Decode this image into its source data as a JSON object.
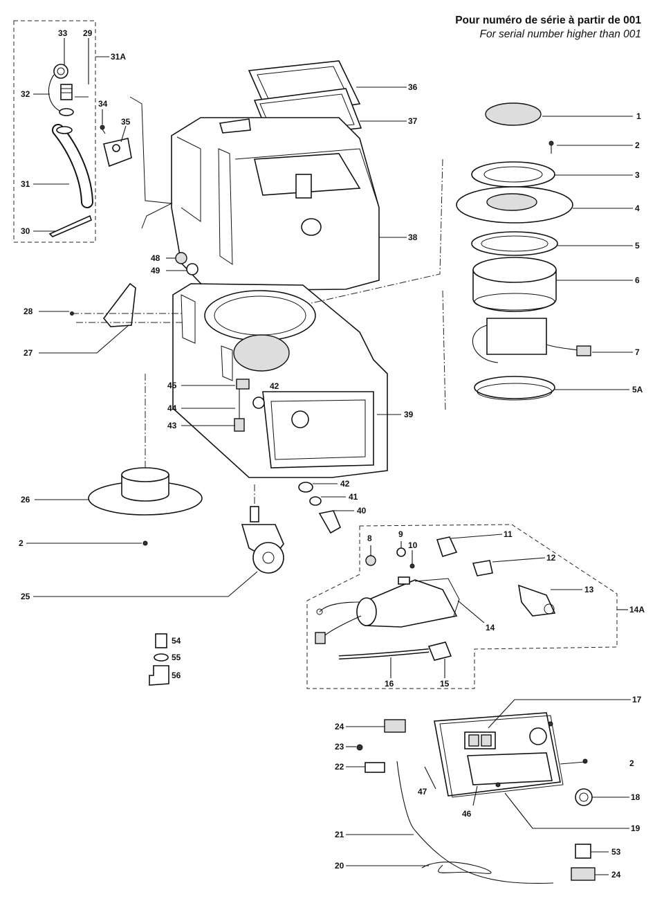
{
  "header": {
    "line_fr": "Pour numéro de série à partir de 001",
    "line_en": "For serial number higher than 001"
  },
  "labels": {
    "p1": "1",
    "p2a": "2",
    "p2b": "2",
    "p2c": "2",
    "p3": "3",
    "p4": "4",
    "p5": "5",
    "p5a": "5A",
    "p6": "6",
    "p7": "7",
    "p8": "8",
    "p9": "9",
    "p10": "10",
    "p11": "11",
    "p12": "12",
    "p13": "13",
    "p14": "14",
    "p14a": "14A",
    "p15": "15",
    "p16": "16",
    "p17": "17",
    "p18": "18",
    "p19": "19",
    "p20": "20",
    "p21": "21",
    "p22": "22",
    "p23": "23",
    "p24a": "24",
    "p24b": "24",
    "p25": "25",
    "p26": "26",
    "p27": "27",
    "p28": "28",
    "p29": "29",
    "p30": "30",
    "p31": "31",
    "p31a": "31A",
    "p32": "32",
    "p33": "33",
    "p34": "34",
    "p35": "35",
    "p36": "36",
    "p37": "37",
    "p38": "38",
    "p39": "39",
    "p40": "40",
    "p41": "41",
    "p42a": "42",
    "p42b": "42",
    "p43": "43",
    "p44": "44",
    "p45": "45",
    "p46": "46",
    "p47": "47",
    "p48": "48",
    "p49": "49",
    "p53": "53",
    "p54": "54",
    "p55": "55",
    "p56": "56"
  }
}
